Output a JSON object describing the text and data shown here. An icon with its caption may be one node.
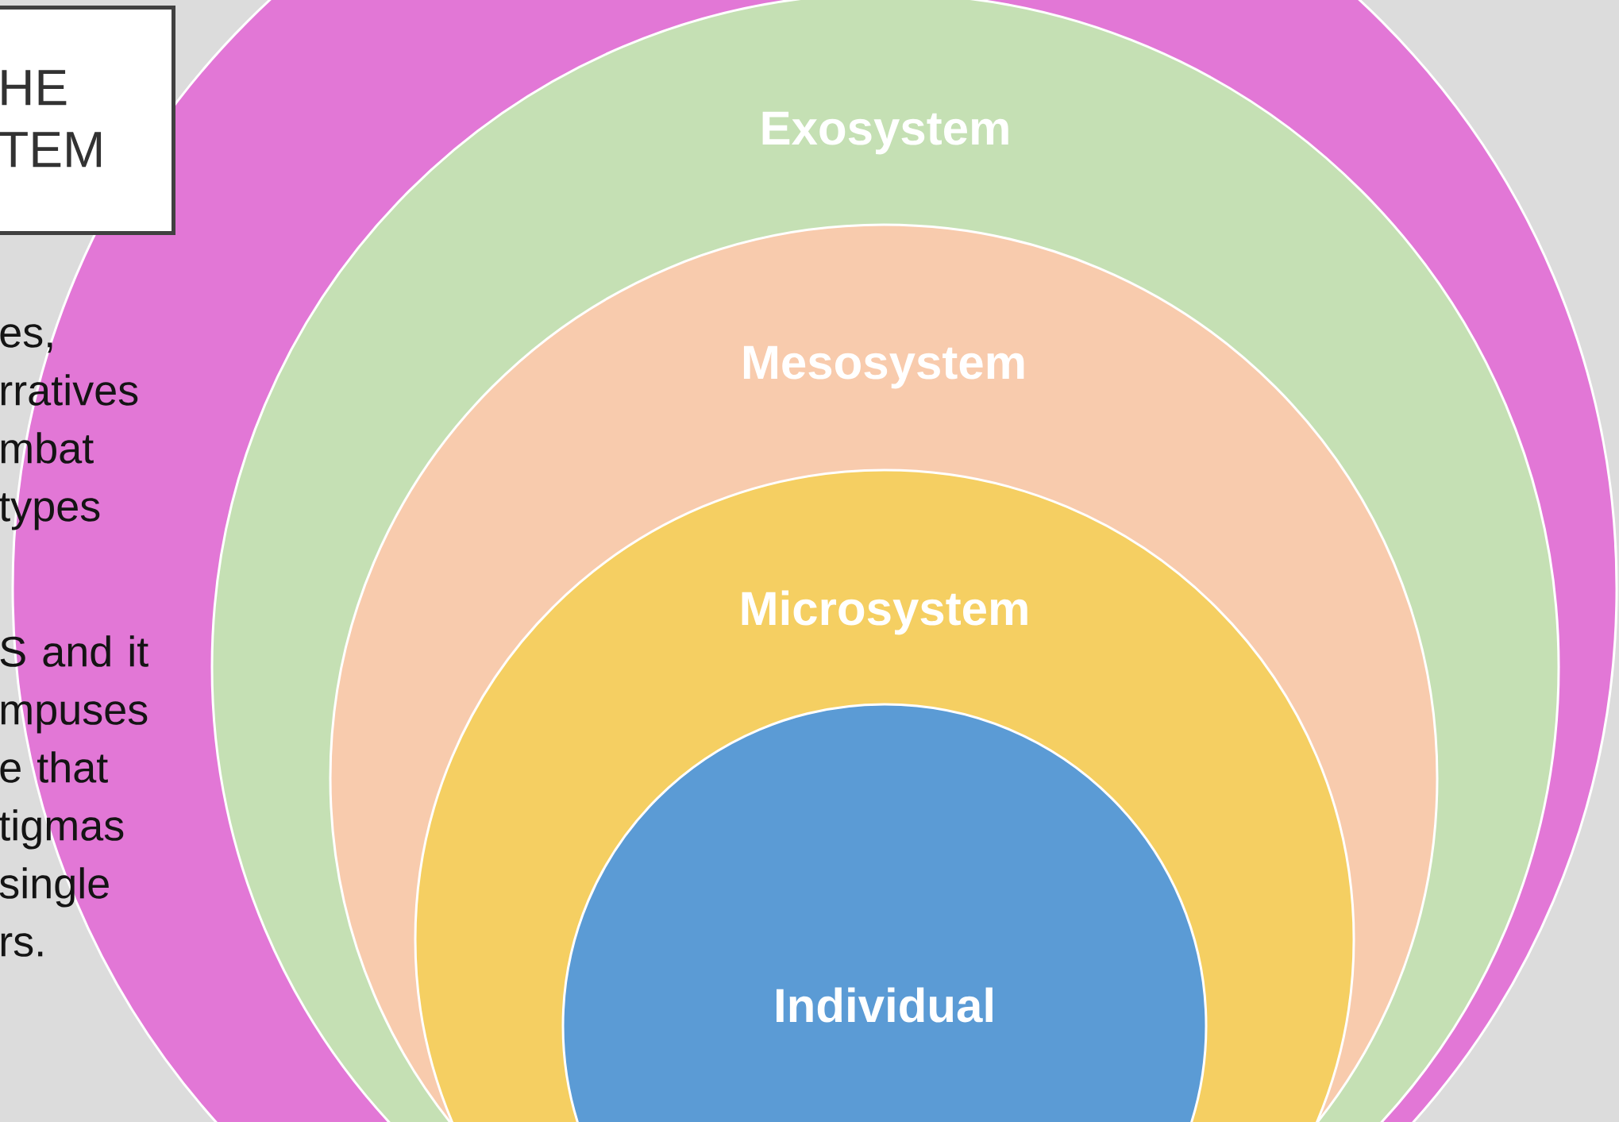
{
  "diagram": {
    "nodes": [
      {
        "text": [
          "HE TEM"
        ]
      },
      {
        "text": [],
        "shape": "circle"
      },
      {
        "text": [
          "Exosystem"
        ],
        "in": 1
      },
      {
        "text": [
          "Mesosystem"
        ],
        "in": 2
      },
      {
        "text": [
          "Microsystem"
        ],
        "in": 3
      },
      {
        "text": [
          "Individual"
        ],
        "in": 4
      }
    ],
    "labels": [
      "es, rratives mbat types",
      "S and it mpuses e that tigmas single rs."
    ]
  }
}
